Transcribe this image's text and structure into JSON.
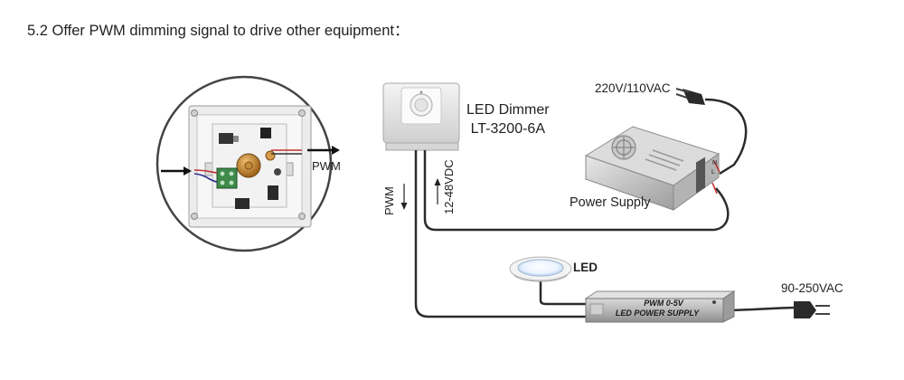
{
  "heading": "5.2  Offer PWM dimming signal to drive other equipment：",
  "dimmer": {
    "name": "LED Dimmer",
    "model": "LT-3200-6A"
  },
  "power_supply": {
    "label": "Power Supply",
    "ac_input": "220V/110VAC",
    "terminal_n": "N",
    "terminal_l": "L"
  },
  "detail": {
    "signal_label": "PWM"
  },
  "signal_labels": {
    "pwm": "PWM",
    "dc_input": "12-48VDC"
  },
  "led": {
    "label": "LED"
  },
  "led_driver": {
    "line1": "PWM 0-5V",
    "line2": "LED POWER SUPPLY",
    "ac_input": "90-250VAC"
  }
}
